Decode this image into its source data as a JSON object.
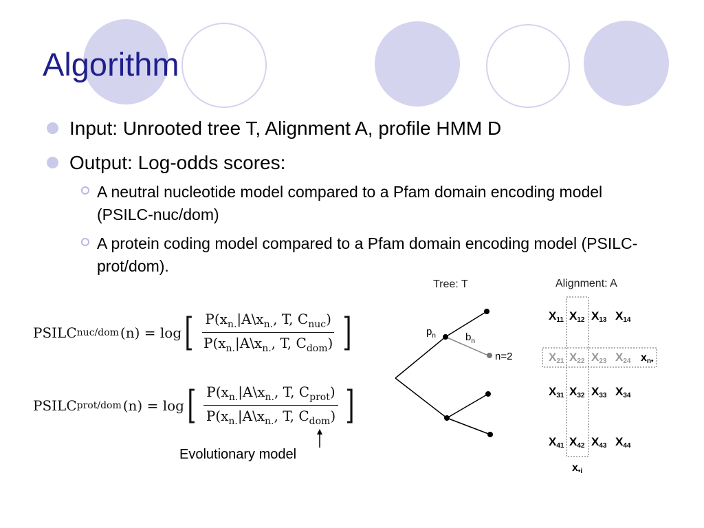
{
  "slide": {
    "title": "Algorithm",
    "bullets": [
      {
        "text": "Input: Unrooted tree T, Alignment A, profile HMM D"
      },
      {
        "text": "Output: Log-odds scores:"
      }
    ],
    "subbullets": [
      {
        "text": "A neutral nucleotide model compared to a Pfam domain encoding model (PSILC-nuc/dom)"
      },
      {
        "text": "A protein coding model compared to a Pfam domain encoding model (PSILC-prot/dom)."
      }
    ],
    "accent_color": "#1f1f8c",
    "circle_color": "#d4d4ef"
  },
  "formulas": [
    {
      "lhs": "PSILC",
      "lhs_sub": "nuc/dom",
      "arg": "(n) = log",
      "num": "P(x",
      "num_tail": "|A\\x",
      "num_tail2": ", T, C",
      "num_sub": "nuc",
      "den": "P(x",
      "den_tail": "|A\\x",
      "den_tail2": ", T, C",
      "den_sub": "dom",
      "idx": "n.",
      "idx2": "n."
    },
    {
      "lhs": "PSILC",
      "lhs_sub": "prot/dom",
      "arg": "(n) = log",
      "num": "P(x",
      "num_tail": "|A\\x",
      "num_tail2": ", T, C",
      "num_sub": "prot",
      "den": "P(x",
      "den_tail": "|A\\x",
      "den_tail2": ", T, C",
      "den_sub": "dom",
      "idx": "n.",
      "idx2": "n."
    }
  ],
  "annotation": {
    "text": "Evolutionary model"
  },
  "tree": {
    "title": "Tree: T",
    "p_label": "p",
    "p_sub": "n",
    "b_label": "b",
    "b_sub": "n",
    "n_label": "n=2"
  },
  "alignment": {
    "title": "Alignment: A",
    "rows": [
      [
        {
          "x": "X",
          "s": "11"
        },
        {
          "x": "X",
          "s": "12"
        },
        {
          "x": "X",
          "s": "13"
        },
        {
          "x": "X",
          "s": "14"
        }
      ],
      [
        {
          "x": "X",
          "s": "21"
        },
        {
          "x": "X",
          "s": "22"
        },
        {
          "x": "X",
          "s": "23"
        },
        {
          "x": "X",
          "s": "24"
        }
      ],
      [
        {
          "x": "X",
          "s": "31"
        },
        {
          "x": "X",
          "s": "32"
        },
        {
          "x": "X",
          "s": "33"
        },
        {
          "x": "X",
          "s": "34"
        }
      ],
      [
        {
          "x": "X",
          "s": "41"
        },
        {
          "x": "X",
          "s": "42"
        },
        {
          "x": "X",
          "s": "43"
        },
        {
          "x": "X",
          "s": "44"
        }
      ]
    ],
    "row_label": "x",
    "row_label_sub": "n•",
    "col_label": "x",
    "col_label_sub": "•i"
  }
}
